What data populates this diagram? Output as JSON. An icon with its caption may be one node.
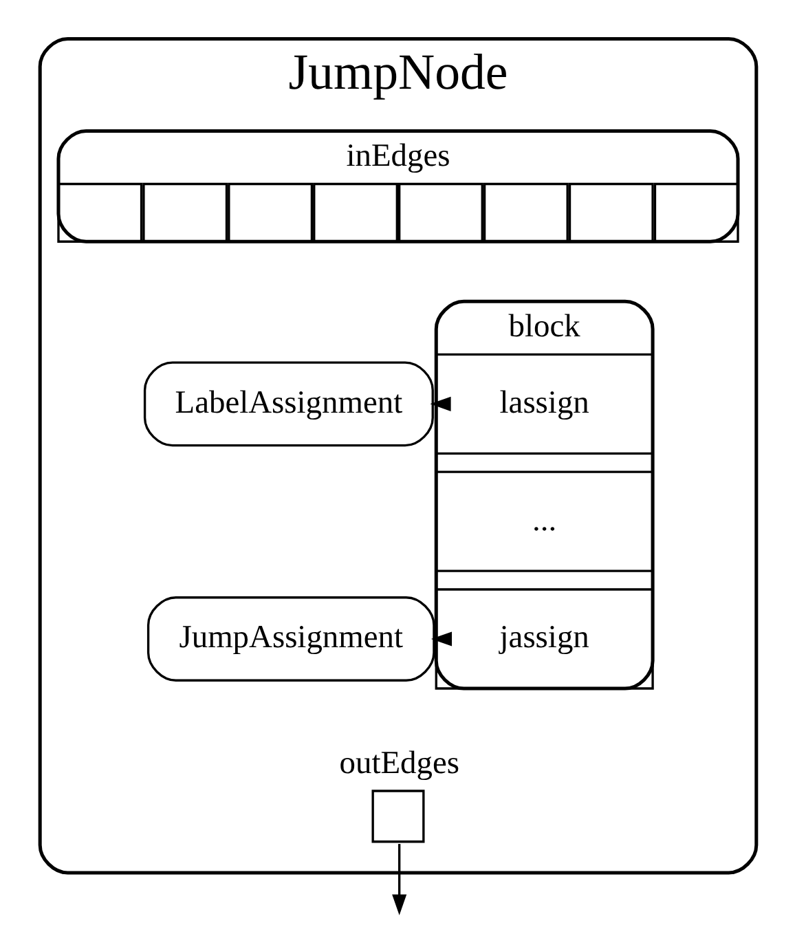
{
  "diagram": {
    "nodes": [
      {
        "text": [
          "JumpNode"
        ]
      },
      {
        "text": [
          "inEdges"
        ],
        "in": 0
      },
      {
        "text": [],
        "shape": "box",
        "in": 1
      },
      {
        "text": [],
        "shape": "box",
        "in": 1
      },
      {
        "text": [],
        "shape": "box",
        "in": 1
      },
      {
        "text": [],
        "shape": "box",
        "in": 1
      },
      {
        "text": [],
        "shape": "box",
        "in": 1
      },
      {
        "text": [],
        "shape": "box",
        "in": 1
      },
      {
        "text": [],
        "shape": "box",
        "in": 1
      },
      {
        "text": [],
        "shape": "box",
        "in": 1
      },
      {
        "text": [
          "block"
        ],
        "in": 0
      },
      {
        "text": [
          "lassign"
        ],
        "in": 10
      },
      {
        "text": [
          "..."
        ],
        "in": 10
      },
      {
        "text": [
          "jassign"
        ],
        "in": 10
      },
      {
        "text": [
          "LabelAssignment"
        ],
        "in": 0
      },
      {
        "text": [
          "JumpAssignment"
        ],
        "in": 0
      },
      {
        "text": [
          "outEdges"
        ],
        "in": 0
      }
    ],
    "edges": [
      {
        "from": 11,
        "to": 14,
        "arrow": "to"
      },
      {
        "from": 13,
        "to": 15,
        "arrow": "to"
      },
      {
        "from": 16,
        "to": null,
        "arrow": "to"
      }
    ]
  }
}
